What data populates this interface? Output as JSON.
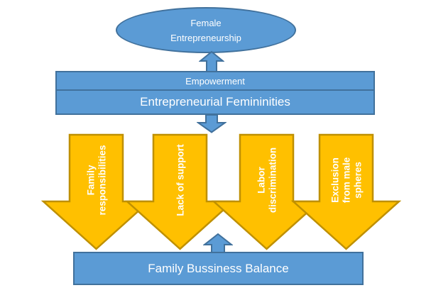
{
  "colors": {
    "blue-fill": "#5B9BD5",
    "blue-stroke": "#41719C",
    "gold-fill": "#FFC000",
    "gold-stroke": "#BF9000",
    "text-on-shape": "#FFFFFF",
    "background": "#FFFFFF"
  },
  "diagram": {
    "top_ellipse": {
      "label": "Female\nEntrepreneurship"
    },
    "middle_box": {
      "top_row": "Empowerment",
      "bottom_row": "Entrepreneurial Femininities"
    },
    "barriers": [
      {
        "label": "Family\nresponsibilities"
      },
      {
        "label": "Lack of support"
      },
      {
        "label": "Labor\ndiscrimination"
      },
      {
        "label": "Exclusion\nfrom male\nspheres"
      }
    ],
    "bottom_box": {
      "label": "Family Bussiness Balance"
    }
  }
}
